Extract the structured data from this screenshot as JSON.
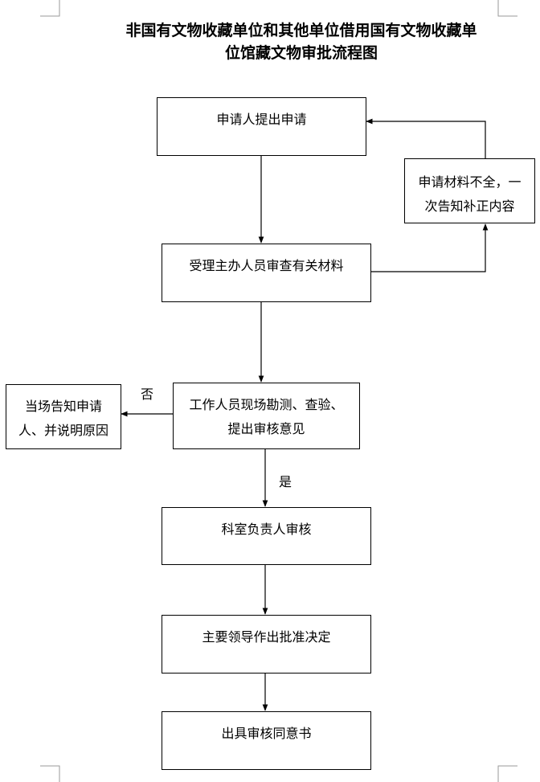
{
  "title": {
    "line1": "非国有文物收藏单位和其他单位借用国有文物收藏单",
    "line2": "位馆藏文物审批流程图"
  },
  "nodes": {
    "apply": "申请人提出申请",
    "incomplete_line1": "申请材料不全，一",
    "incomplete_line2": "次告知补正内容",
    "review": "受理主办人员审查有关材料",
    "survey_line1": "工作人员现场勘测、查验、",
    "survey_line2": "提出审核意见",
    "reject_line1": "当场告知申请",
    "reject_line2": "人、并说明原因",
    "section_head": "科室负责人审核",
    "leader": "主要领导作出批准决定",
    "issue": "出具审核同意书"
  },
  "edge_labels": {
    "no": "否",
    "yes": "是"
  }
}
